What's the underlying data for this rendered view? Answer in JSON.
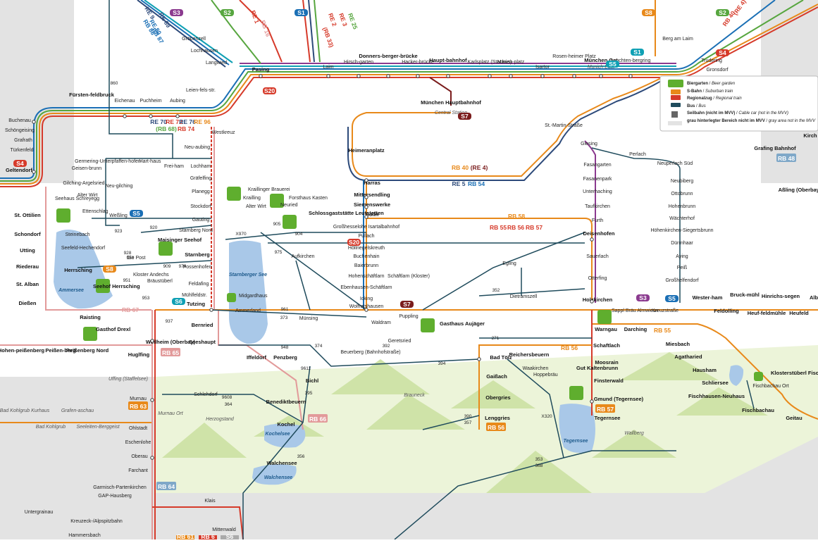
{
  "colors": {
    "background": "#ffffff",
    "gray_area": "#e3e3e3",
    "light_green": "#ecf4d9",
    "mountain": "#cfe3a8",
    "lake": "#a9c8e8",
    "bus": "#1f4b5c",
    "s_blue": "#1a6fb5",
    "s_teal": "#0fa0b4",
    "s_green": "#57a63f",
    "s_purple": "#8b3a8f",
    "s_darkred": "#7a1c1c",
    "red": "#d63a2a",
    "orange": "#e8891a",
    "navy": "#2d4a7a",
    "pink": "#e29a9a",
    "beer": "#5fae2e"
  },
  "map": {
    "top_labels": [
      "RE 9",
      "RE 80",
      "RE 89",
      "RB 86",
      "RB 87",
      "RE 1",
      "RB 16",
      "RE 2",
      "RE 3",
      "RE 25",
      "(RB 33)",
      "RB 40",
      "(RE 4)"
    ],
    "line_badges": [
      "S3",
      "S2",
      "S1",
      "S8",
      "S2",
      "S1",
      "S4",
      "S4",
      "S20",
      "S20",
      "S7",
      "S7",
      "S5",
      "S5",
      "S6",
      "S3",
      "S5",
      "S8"
    ],
    "line_labels": [
      "RE 70",
      "RE 72",
      "RE 76",
      "RE 96",
      "(RB 68)",
      "RB 74",
      "RB 40",
      "(RE 4)",
      "RE 5",
      "RB 54",
      "RB 58",
      "RB 55",
      "RB 56",
      "RB 57",
      "RB 67",
      "RB 56",
      "RB 55",
      "RB 48",
      "RB 57"
    ],
    "rb_badges": [
      "RB 65",
      "RB 63",
      "RB 64",
      "RB 66",
      "RB 56",
      "RB 57",
      "RB 48"
    ],
    "bottom_badges": [
      "RB 61",
      "RB 6",
      "S6"
    ],
    "stations": [
      "Gröbenzell",
      "Lochhausen",
      "Langwied",
      "Pasing",
      "Laim",
      "Hirsch-garten",
      "Donners-berger-brücke",
      "Hacker-brücke",
      "Haupt-bahnhof",
      "Karlsplatz (Stachus)",
      "Marien-platz",
      "Isartor",
      "Rosen-heimer Platz",
      "München Ost",
      "Munich East",
      "Leuchten-bergring",
      "Berg am Laim",
      "Trudering",
      "Gronsdorf",
      "Fürsten-feldbruck",
      "Eichenau",
      "Puchheim",
      "Aubing",
      "Leien-fels-str.",
      "München Hauptbahnhof",
      "Central Station",
      "Westkreuz",
      "Buchenau",
      "Schöngeising",
      "Grafrath",
      "Türkenfeld",
      "Geltendorf",
      "Heimeranplatz",
      "Harras",
      "Mittersendling",
      "Siemenswerke",
      "Solln",
      "Großhesselohe Isartalbahnhof",
      "Pullach",
      "Höllriegelskreuth",
      "Buchenhain",
      "Baierbrunn",
      "Hohenschäftlarn",
      "Schäftlarn (Kloster)",
      "Ebenhausen-Schäftlarn",
      "Icking",
      "Wolfratshausen",
      "St.-Martin-Straße",
      "Giesing",
      "Perlach",
      "Neuperlach Süd",
      "Fasangarten",
      "Fasanenpark",
      "Unterhaching",
      "Taufkirchen",
      "Furth",
      "Deisenhofen",
      "Sauerlach",
      "Otterfing",
      "Holzkirchen",
      "Neubiberg",
      "Ottobrunn",
      "Hohenbrunn",
      "Wächterhof",
      "Höhenkirchen-Siegertsbrunn",
      "Dürrnhaar",
      "Aying",
      "Peiß",
      "Großhelfendorf",
      "Kreuzstraße",
      "Geisen-brunn",
      "Germering-Unterpfaffen-hofen",
      "Hart-haus",
      "Frei-ham",
      "Neu-aubing",
      "Lochham",
      "Gräfelfing",
      "Planegg",
      "Stockdorf",
      "Gauting",
      "Starnberg Nord",
      "Starnberg",
      "Possenhofen",
      "Feldafing",
      "Mühlfeldstr.",
      "Tutzing",
      "Bernried",
      "Seeshaupt",
      "Gilching-Argelsried",
      "Alter Wirt",
      "Neu-gilching",
      "Weßling",
      "Steinebach",
      "Seefeld-Hechendorf",
      "Herrsching",
      "St. Ottilien",
      "Schondorf",
      "Utting",
      "Riederau",
      "St. Alban",
      "Dießen",
      "Raisting",
      "Hohen-peißenberg",
      "Peißen-berg",
      "Peißenberg Nord",
      "Huglfing",
      "Weilheim (Oberbay)",
      "Uffing (Staffelsee)",
      "Murnau",
      "Murnau Ort",
      "Bad Kohlgrub Kurhaus",
      "Grafen-aschau",
      "Bad Kohlgrub",
      "Seeleiten-Berggeist",
      "Ohlstadt",
      "Eschenlohe",
      "Oberau",
      "Farchant",
      "Garmisch-Partenkirchen",
      "GAP-Hausberg",
      "Untergrainau",
      "Kreuzeck-/Alpspitzbahn",
      "Hammersbach",
      "Mittenwald",
      "Klais",
      "Iffeldorf",
      "Penzberg",
      "Bichl",
      "Benediktbeuern",
      "Kochel",
      "Walchensee",
      "Herzogstand",
      "Schlehdorf",
      "Ammerland",
      "Münsing",
      "Aufkirchen",
      "Egling",
      "Dietramszell",
      "Waldram",
      "Puppling",
      "Geretsried",
      "Beuerberg (Bahnhofstraße)",
      "Bad Tölz",
      "Reichersbeuern",
      "Gaißach",
      "Obergries",
      "Lenggries",
      "Brauneck",
      "Waakirchen",
      "Gmund (Tegernsee)",
      "Tegernsee",
      "Finsterwald",
      "Moosrain",
      "Schaftlach",
      "Warngau",
      "Darching",
      "Wallberg",
      "Wester-ham",
      "Feldolling",
      "Bruck-mühl",
      "Heuf-feldmühle",
      "Hinrichs-segen",
      "Heufeld",
      "Miesbach",
      "Agatharied",
      "Hausham",
      "Schliersee",
      "Fischhausen-Neuhaus",
      "Fischbachau",
      "Fischbachau Ort",
      "Geitau",
      "Grafing Bahnhof",
      "Aßling (Oberbay)",
      "Kirch",
      "Alb"
    ],
    "beer_gardens": [
      "Seehaus Schreyegg",
      "Gasthof Drexl",
      "Maisinger Seehof",
      "Seehof Herrsching",
      "Kraillinger Brauerei",
      "Forsthaus Kasten",
      "Schlossgaststätte Leutstetten",
      "Gasthaus Aujäger",
      "Gut Kaltenbrunn",
      "Sappl Bräu Almwiesn",
      "Klosterstüberl Fischbachau",
      "Midgardhaus",
      "Die Post",
      "Kloster Andechs",
      "Bräustüberl",
      "Alter Wirt",
      "Ettenschlag",
      "Krailling",
      "Neuried",
      "Hoppebräu"
    ],
    "lakes": [
      "Ammersee",
      "Starnberger See",
      "Kochelsee",
      "Walchensee",
      "Tegernsee"
    ],
    "bus_numbers": [
      "860",
      "920",
      "923",
      "928",
      "958",
      "909",
      "976",
      "953",
      "937",
      "951",
      "905",
      "904",
      "961",
      "373",
      "975",
      "X970",
      "948",
      "374",
      "392",
      "394",
      "395",
      "9611",
      "9608",
      "364",
      "356",
      "390",
      "357",
      "353",
      "368",
      "X320",
      "271",
      "352"
    ]
  },
  "legend": {
    "rows": [
      {
        "label": "Biergarten",
        "sub": "Beer garden"
      },
      {
        "label": "S-Bahn",
        "sub": "Suburban train"
      },
      {
        "label": "Regionalzug",
        "sub": "Regional train"
      },
      {
        "label": "Bus",
        "sub": "Bus"
      },
      {
        "label": "Seilbahn (nicht im MVV)",
        "sub": "Cable car (not in the MVV)"
      },
      {
        "label": "grau hinterlegter Bereich nicht im MVV",
        "sub": "gray area not in the MVV"
      }
    ]
  }
}
